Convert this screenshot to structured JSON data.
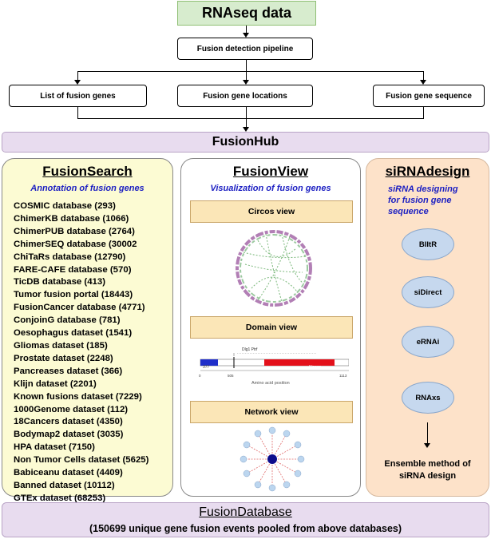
{
  "flow": {
    "source": "RNAseq data",
    "pipeline": "Fusion detection pipeline",
    "outputs": [
      "List of fusion genes",
      "Fusion gene locations",
      "Fusion gene sequence"
    ],
    "hub": "FusionHub"
  },
  "fusion_search": {
    "title": "FusionSearch",
    "subtitle": "Annotation of fusion genes",
    "databases": [
      "COSMIC database (293)",
      "ChimerKB database (1066)",
      "ChimerPUB database (2764)",
      "ChimerSEQ database (30002",
      "ChiTaRs database (12790)",
      "FARE-CAFE database (570)",
      "TicDB database (413)",
      "Tumor fusion portal (18443)",
      "FusionCancer database (4771)",
      "ConjoinG database (781)",
      "Oesophagus dataset (1541)",
      "Gliomas dataset (185)",
      "Prostate dataset (2248)",
      "Pancreases dataset (366)",
      "Klijn dataset (2201)",
      "Known fusions dataset (7229)",
      "1000Genome dataset (112)",
      "18Cancers dataset (4350)",
      "Bodymap2 dataset (3035)",
      "HPA dataset (7150)",
      "Non Tumor Cells dataset (5625)",
      "Babiceanu dataset (4409)",
      "Banned dataset (10112)",
      "GTEx dataset (68253)"
    ]
  },
  "fusion_view": {
    "title": "FusionView",
    "subtitle": "Visualization of fusion genes",
    "views": [
      "Circos view",
      "Domain view",
      "Network view"
    ],
    "domain": {
      "gene_labels": "Dlg1  Ptrf",
      "domain_name": "Kinase",
      "xlabel": "Amino acid position",
      "ticks": [
        "0",
        "505",
        "1113"
      ],
      "marker": "377"
    }
  },
  "sirna_design": {
    "title": "siRNAdesign",
    "subtitle_lines": [
      "siRNA designing",
      "for fusion gene",
      "sequence"
    ],
    "tools": [
      "BIItR",
      "siDirect",
      "eRNAi",
      "RNAxs"
    ],
    "ensemble_lines": [
      "Ensemble method of",
      "siRNA design"
    ]
  },
  "fusion_database": {
    "title": "FusionDatabase",
    "description": "(150699 unique gene fusion events pooled from above databases)"
  },
  "colors": {
    "rnaseq_fill": "#d7ecce",
    "hub_fill": "#e8dcef",
    "search_fill": "#fcfbd3",
    "sirna_fill": "#fde2c9",
    "subtitle_blue": "#1c1fc2",
    "view_box_fill": "#fbe6b7",
    "tool_ellipse_fill": "#c6d8ee"
  }
}
